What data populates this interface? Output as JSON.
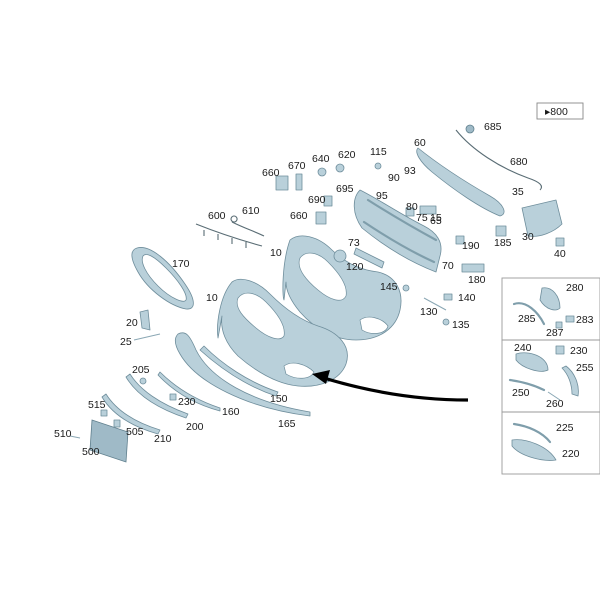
{
  "reference": "▸800",
  "callouts": {
    "c10a": "10",
    "c10b": "10",
    "c15": "15",
    "c20": "20",
    "c25": "25",
    "c30": "30",
    "c35": "35",
    "c40": "40",
    "c60": "60",
    "c65": "65",
    "c70": "70",
    "c73": "73",
    "c75": "75",
    "c80": "80",
    "c90": "90",
    "c93": "93",
    "c95": "95",
    "c115": "115",
    "c120": "120",
    "c130": "130",
    "c135": "135",
    "c140": "140",
    "c145": "145",
    "c150": "150",
    "c160": "160",
    "c165": "165",
    "c170": "170",
    "c180": "180",
    "c185": "185",
    "c190": "190",
    "c200": "200",
    "c205": "205",
    "c210": "210",
    "c220": "220",
    "c225": "225",
    "c230a": "230",
    "c230b": "230",
    "c240": "240",
    "c250": "250",
    "c255": "255",
    "c260": "260",
    "c280": "280",
    "c283": "283",
    "c285": "285",
    "c287": "287",
    "c500": "500",
    "c505": "505",
    "c510": "510",
    "c515": "515",
    "c600": "600",
    "c610": "610",
    "c620": "620",
    "c640": "640",
    "c660a": "660",
    "c660b": "660",
    "c670": "670",
    "c680": "680",
    "c685": "685",
    "c690": "690",
    "c695": "695"
  }
}
